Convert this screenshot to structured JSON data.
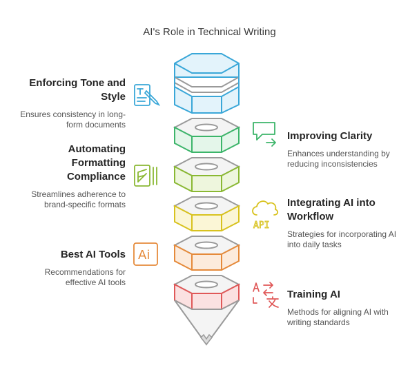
{
  "title": "AI's Role in Technical Writing",
  "items": [
    {
      "heading": "Enforcing Tone and Style",
      "description": "Ensures consistency in long-form documents",
      "icon": "document-pen-icon",
      "color": "#3aa7d8"
    },
    {
      "heading": "Improving Clarity",
      "description": "Enhances understanding by reducing inconsistencies",
      "icon": "chat-arrow-icon",
      "color": "#3cb56a"
    },
    {
      "heading": "Automating Formatting Compliance",
      "description": "Streamlines adherence to brand-specific formats",
      "icon": "format-edit-icon",
      "color": "#8ab833"
    },
    {
      "heading": "Integrating AI into Workflow",
      "description": "Strategies for incorporating AI into daily tasks",
      "icon": "cloud-api-icon",
      "color": "#d8c21e"
    },
    {
      "heading": "Best AI Tools",
      "description": "Recommendations for effective AI tools",
      "icon": "ai-box-icon",
      "color": "#e58a3a"
    },
    {
      "heading": "Training AI",
      "description": "Methods for aligning AI with writing standards",
      "icon": "translate-icon",
      "color": "#e05858"
    }
  ],
  "api_label": "API",
  "ai_label": "Ai"
}
